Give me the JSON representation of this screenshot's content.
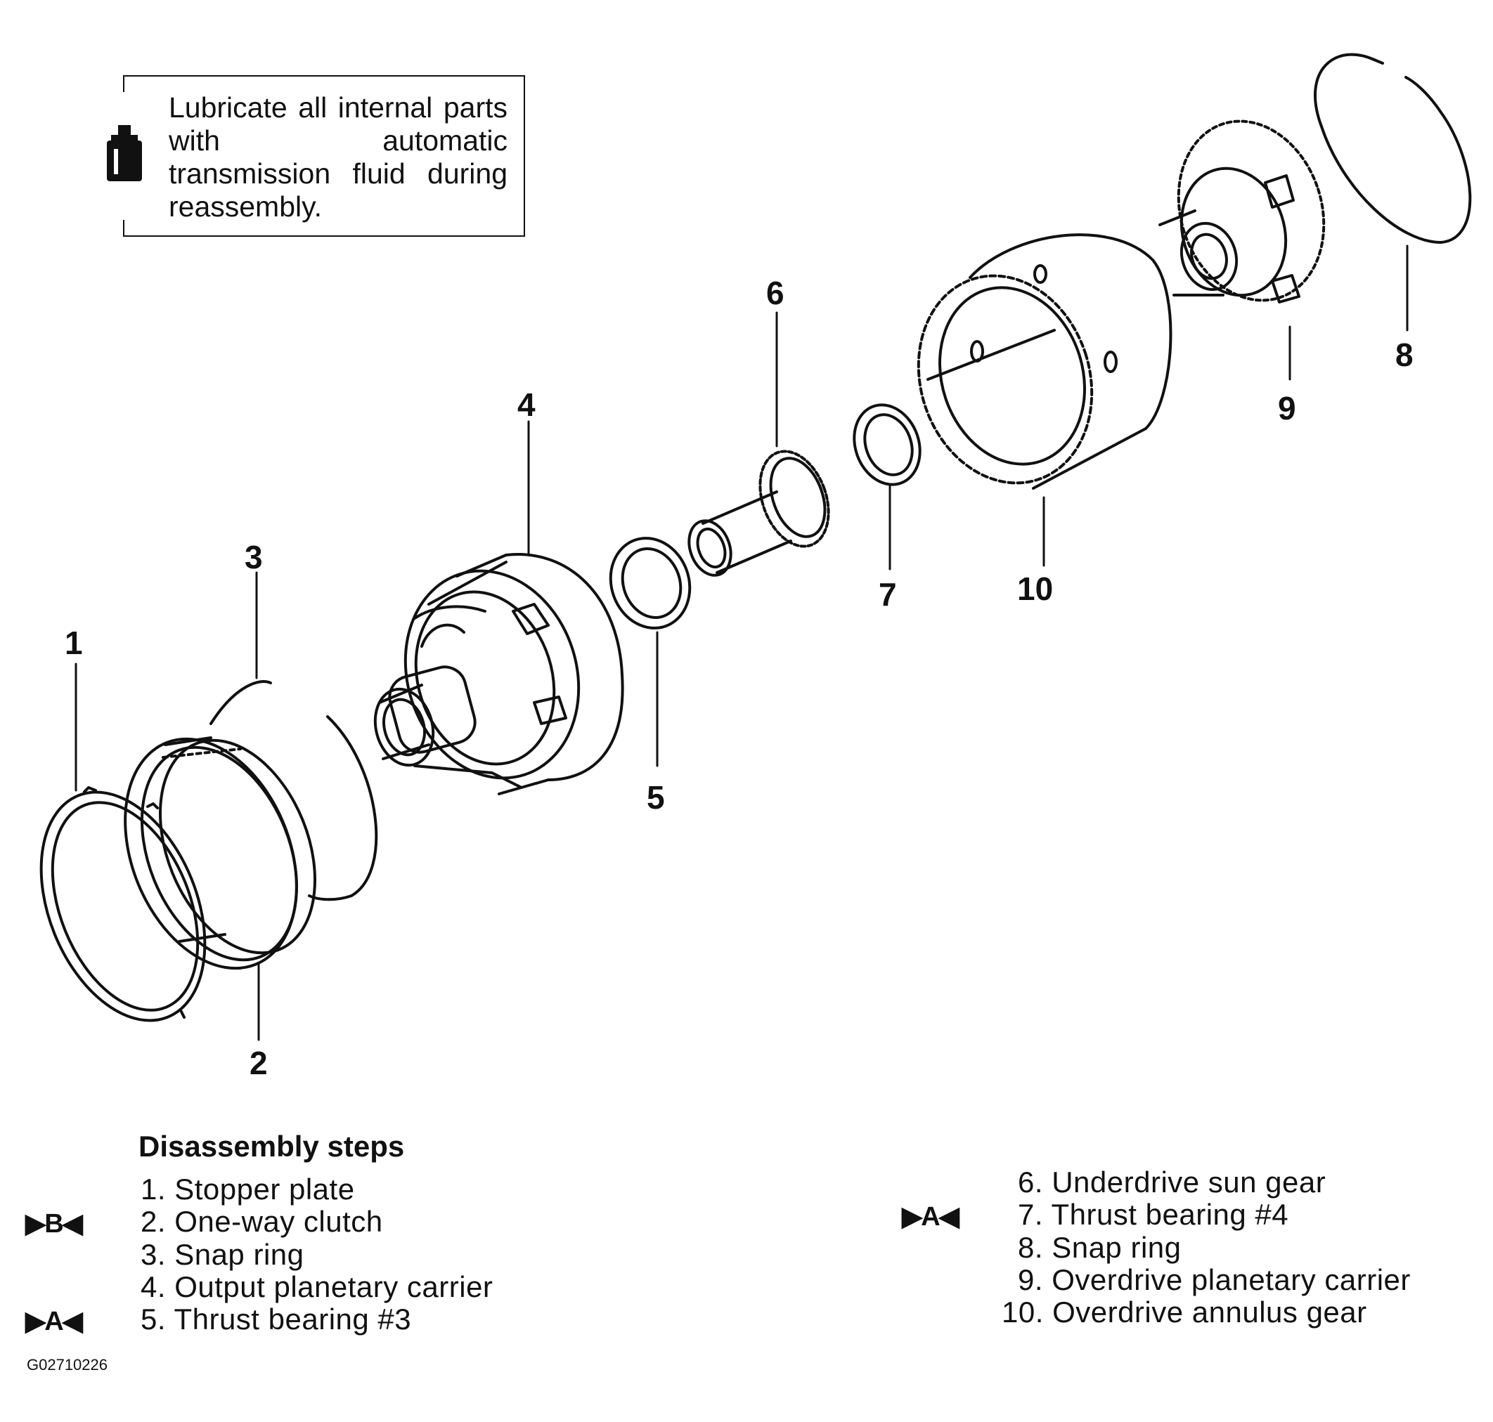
{
  "note": {
    "text": "Lubricate all internal parts with automatic transmission fluid during reassembly.",
    "icon": "oil-bottle-icon"
  },
  "callouts": [
    "1",
    "2",
    "3",
    "4",
    "5",
    "6",
    "7",
    "8",
    "9",
    "10"
  ],
  "steps": {
    "title": "Disassembly steps",
    "items": [
      {
        "num": "1.",
        "label": "Stopper plate",
        "mark": ""
      },
      {
        "num": "2.",
        "label": "One-way clutch",
        "mark": "▶B◀"
      },
      {
        "num": "3.",
        "label": "Snap ring",
        "mark": ""
      },
      {
        "num": "4.",
        "label": "Output planetary carrier",
        "mark": ""
      },
      {
        "num": "5.",
        "label": "Thrust bearing #3",
        "mark": "▶A◀"
      },
      {
        "num": "6.",
        "label": "Underdrive sun gear",
        "mark": ""
      },
      {
        "num": "7.",
        "label": "Thrust bearing #4",
        "mark": "▶A◀"
      },
      {
        "num": "8.",
        "label": "Snap ring",
        "mark": ""
      },
      {
        "num": "9.",
        "label": "Overdrive planetary carrier",
        "mark": ""
      },
      {
        "num": "10.",
        "label": "Overdrive annulus gear",
        "mark": ""
      }
    ]
  },
  "figure_id": "G02710226"
}
